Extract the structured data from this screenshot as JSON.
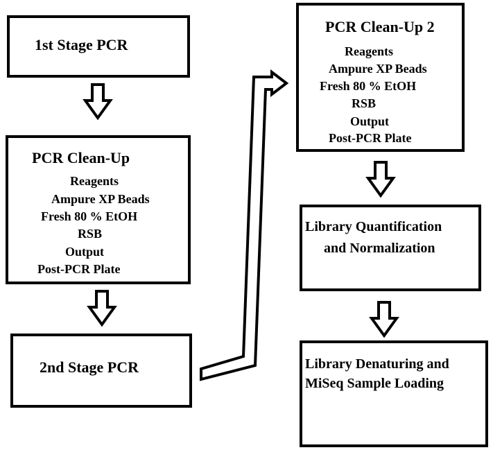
{
  "colors": {
    "border": "#000000",
    "background": "#ffffff",
    "text": "#000000"
  },
  "boxes": {
    "first_stage": {
      "title": "1st Stage PCR"
    },
    "cleanup1": {
      "title": "PCR Clean-Up",
      "reagents_label": "Reagents",
      "reagents": [
        "Ampure XP Beads",
        "Fresh 80 % EtOH",
        "RSB"
      ],
      "output_label": "Output",
      "output": "Post-PCR Plate"
    },
    "second_stage": {
      "title": "2nd Stage PCR"
    },
    "cleanup2": {
      "title": "PCR Clean-Up 2",
      "reagents_label": "Reagents",
      "reagents": [
        "Ampure XP Beads",
        "Fresh 80 % EtOH",
        "RSB"
      ],
      "output_label": "Output",
      "output": "Post-PCR Plate"
    },
    "quant": {
      "lines": [
        "Library Quantification",
        "and Normalization"
      ]
    },
    "denature": {
      "lines": [
        "Library Denaturing and",
        "MiSeq Sample Loading"
      ]
    }
  }
}
